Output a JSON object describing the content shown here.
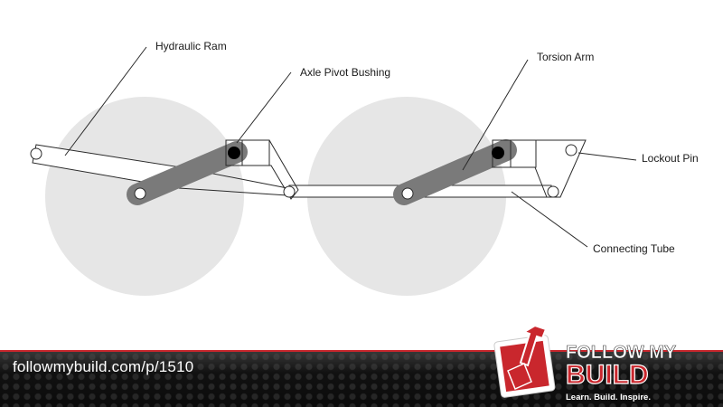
{
  "diagram": {
    "labels": {
      "hydraulic_ram": "Hydraulic Ram",
      "axle_pivot_bushing": "Axle Pivot Bushing",
      "torsion_arm": "Torsion Arm",
      "lockout_pin": "Lockout Pin",
      "connecting_tube": "Connecting Tube"
    }
  },
  "footer": {
    "url": "followmybuild.com/p/1510"
  },
  "logo": {
    "line1": "FOLLOW MY",
    "line2": "BUILD",
    "tagline": "Learn.  Build.  Inspire.",
    "colors": {
      "red": "#c9272d",
      "white": "#ffffff"
    }
  }
}
